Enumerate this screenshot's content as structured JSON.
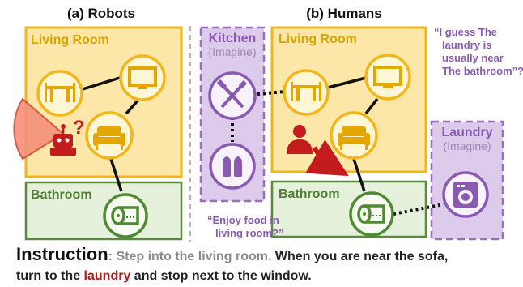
{
  "panels": {
    "robots_title": "(a) Robots",
    "humans_title": "(b) Humans"
  },
  "rooms": {
    "living_room": "Living Room",
    "bathroom": "Bathroom",
    "kitchen": "Kitchen",
    "laundry": "Laundry",
    "imagine": "(Imagine)"
  },
  "thoughts": {
    "laundry_guess": [
      "“I guess The",
      "laundry is",
      "usually near",
      "The bathroom”?"
    ],
    "food_question": [
      "“Enjoy food in",
      "living room?”"
    ]
  },
  "robot_question_mark": "?",
  "instruction": {
    "label": "Instruction",
    "colon": ":",
    "part1": " Step into the living room.",
    "part2": " When you are near the sofa,",
    "part3": "turn to the ",
    "part4": "laundry",
    "part5": " and stop next to the window."
  },
  "colors": {
    "living_fill": "#fce7a8",
    "living_border": "#f2b51a",
    "living_text": "#d9a300",
    "bath_fill": "#e6f1dc",
    "bath_border": "#5a8a3c",
    "bath_text": "#4f7f33",
    "imag_fill": "#dccbea",
    "imag_border": "#9b6fbe",
    "imag_text": "#8a5ab0",
    "robot_red": "#c41c1c"
  }
}
